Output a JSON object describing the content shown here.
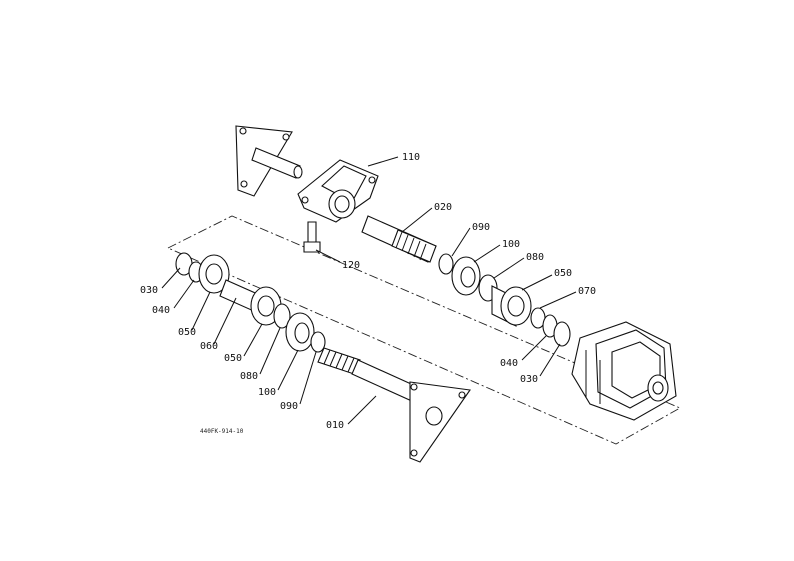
{
  "callouts": {
    "c110": "110",
    "c020": "020",
    "c090_upper": "090",
    "c100_upper": "100",
    "c080_upper": "080",
    "c050_upper": "050",
    "c070": "070",
    "c040_upper": "040",
    "c030_upper": "030",
    "c120": "120",
    "c030_lower": "030",
    "c040_lower": "040",
    "c050_lower_a": "050",
    "c060": "060",
    "c050_lower_b": "050",
    "c080_lower": "080",
    "c100_lower": "100",
    "c090_lower": "090",
    "c010": "010"
  },
  "drawing_code": "440FK-914-10"
}
